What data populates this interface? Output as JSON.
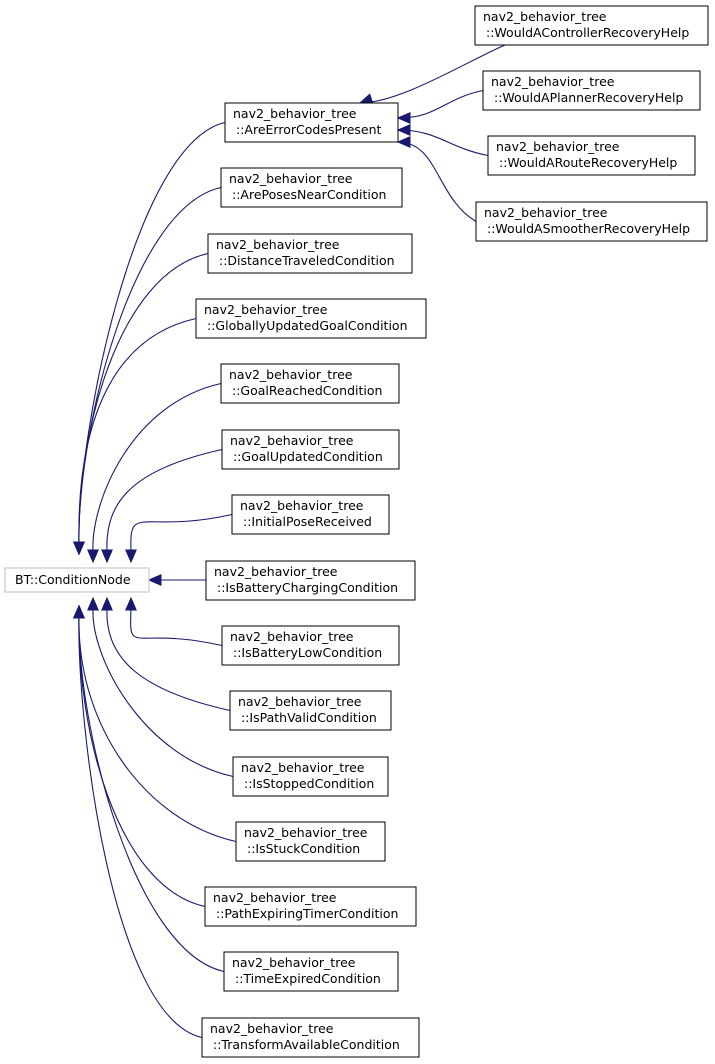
{
  "root": {
    "label": "BT::ConditionNode"
  },
  "conditions": [
    {
      "ns": "nav2_behavior_tree",
      "cls": "::AreErrorCodesPresent"
    },
    {
      "ns": "nav2_behavior_tree",
      "cls": "::ArePosesNearCondition"
    },
    {
      "ns": "nav2_behavior_tree",
      "cls": "::DistanceTraveledCondition"
    },
    {
      "ns": "nav2_behavior_tree",
      "cls": "::GloballyUpdatedGoalCondition"
    },
    {
      "ns": "nav2_behavior_tree",
      "cls": "::GoalReachedCondition"
    },
    {
      "ns": "nav2_behavior_tree",
      "cls": "::GoalUpdatedCondition"
    },
    {
      "ns": "nav2_behavior_tree",
      "cls": "::InitialPoseReceived"
    },
    {
      "ns": "nav2_behavior_tree",
      "cls": "::IsBatteryChargingCondition"
    },
    {
      "ns": "nav2_behavior_tree",
      "cls": "::IsBatteryLowCondition"
    },
    {
      "ns": "nav2_behavior_tree",
      "cls": "::IsPathValidCondition"
    },
    {
      "ns": "nav2_behavior_tree",
      "cls": "::IsStoppedCondition"
    },
    {
      "ns": "nav2_behavior_tree",
      "cls": "::IsStuckCondition"
    },
    {
      "ns": "nav2_behavior_tree",
      "cls": "::PathExpiringTimerCondition"
    },
    {
      "ns": "nav2_behavior_tree",
      "cls": "::TimeExpiredCondition"
    },
    {
      "ns": "nav2_behavior_tree",
      "cls": "::TransformAvailableCondition"
    }
  ],
  "recovery": [
    {
      "ns": "nav2_behavior_tree",
      "cls": "::WouldAControllerRecoveryHelp"
    },
    {
      "ns": "nav2_behavior_tree",
      "cls": "::WouldAPlannerRecoveryHelp"
    },
    {
      "ns": "nav2_behavior_tree",
      "cls": "::WouldARouteRecoveryHelp"
    },
    {
      "ns": "nav2_behavior_tree",
      "cls": "::WouldASmootherRecoveryHelp"
    }
  ],
  "colors": {
    "edge": "#191970",
    "root_border": "#bfbfbf",
    "node_border": "#000000"
  }
}
